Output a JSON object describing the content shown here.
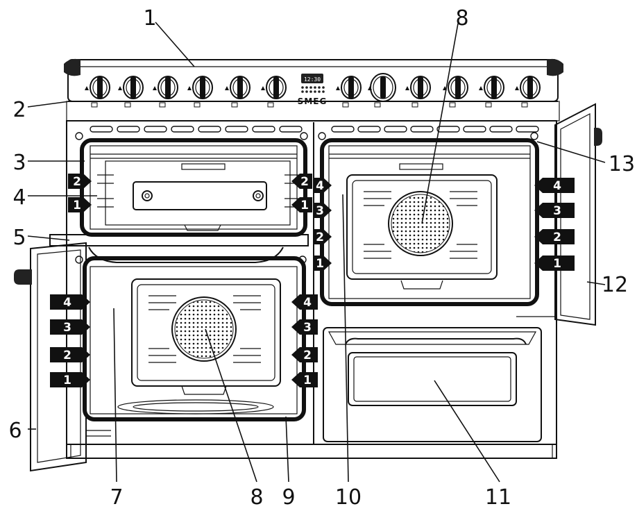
{
  "brand": "SMEG",
  "display_time": "12:30",
  "callouts": [
    "1",
    "2",
    "3",
    "4",
    "5",
    "6",
    "7",
    "8",
    "8",
    "9",
    "10",
    "11",
    "12",
    "13"
  ],
  "shelf_levels_small": [
    "2",
    "1",
    "2",
    "1"
  ],
  "shelf_levels_large": [
    "4",
    "3",
    "2",
    "1",
    "4",
    "3",
    "2",
    "1",
    "4",
    "3",
    "2",
    "1",
    "4",
    "3",
    "2",
    "1"
  ],
  "colors": {
    "line": "#111111",
    "flag": "#111111",
    "background": "#ffffff"
  }
}
